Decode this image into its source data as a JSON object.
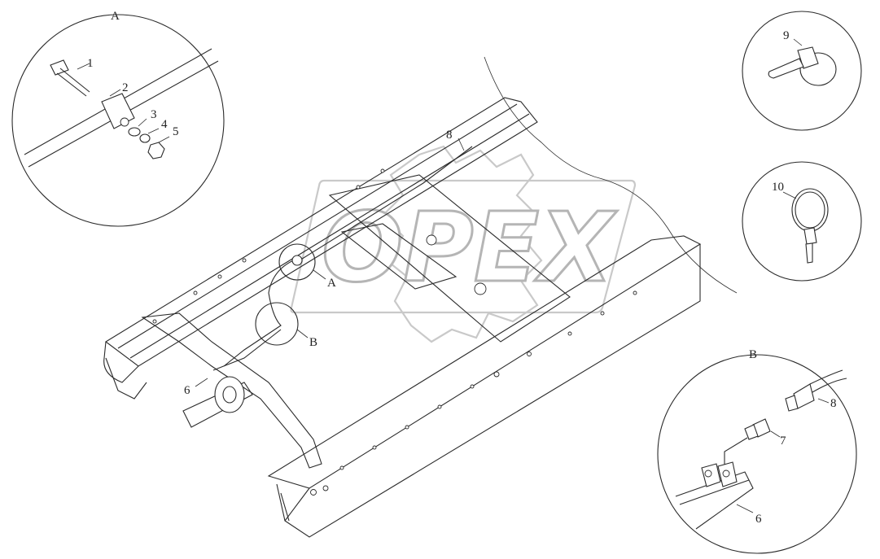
{
  "watermark": {
    "text": "OPEX"
  },
  "detail_views": [
    {
      "id": "A",
      "label": "A"
    },
    {
      "id": "B",
      "label": "B"
    }
  ],
  "callouts": {
    "main_A": "A",
    "main_B": "B",
    "main_6": "6",
    "main_8": "8",
    "a_1": "1",
    "a_2": "2",
    "a_3": "3",
    "a_4": "4",
    "a_5": "5",
    "c9": "9",
    "c10": "10",
    "b_8": "8",
    "b_7": "7",
    "b_6": "6"
  },
  "colors": {
    "line": "#2b2b2b",
    "watermark": "#b5b5b5",
    "background": "#ffffff"
  }
}
